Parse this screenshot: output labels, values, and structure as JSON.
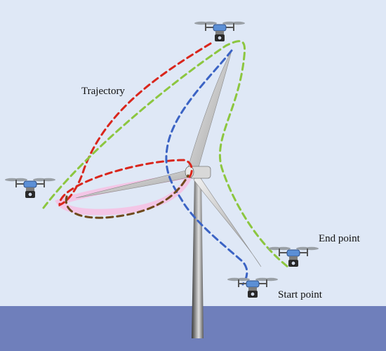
{
  "labels": {
    "trajectory": "Trajectory",
    "end_point": "End point",
    "start_point": "Start point"
  },
  "colors": {
    "sky": "#dfe8f6",
    "sea": "#6f7fbb",
    "red_path": "#d9261c",
    "green_path": "#8cc63f",
    "blue_path": "#3b63c4",
    "brown_path": "#6e4a1c",
    "pink_highlight": "#f7bfe3"
  },
  "icons": {
    "drone": "quadcopter-drone-with-camera",
    "turbine": "wind-turbine"
  }
}
